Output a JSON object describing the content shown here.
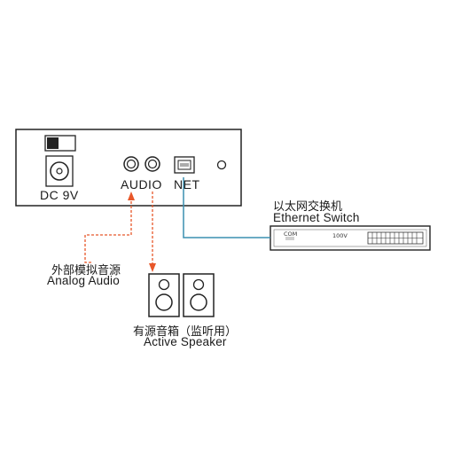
{
  "device": {
    "power_label": "DC 9V",
    "audio_label": "AUDIO",
    "net_label": "NET"
  },
  "switch": {
    "title_zh": "以太网交换机",
    "title_en": "Ethernet Switch",
    "panel_com": "COM",
    "panel_speed": "100V"
  },
  "analog_audio": {
    "label_zh": "外部模拟音源",
    "label_en": "Analog Audio"
  },
  "speaker": {
    "label_zh": "有源音箱（监听用）",
    "label_en": "Active Speaker"
  },
  "colors": {
    "audio_line": "#e8572a",
    "net_line": "#3a8fb0",
    "outline": "#222222"
  }
}
